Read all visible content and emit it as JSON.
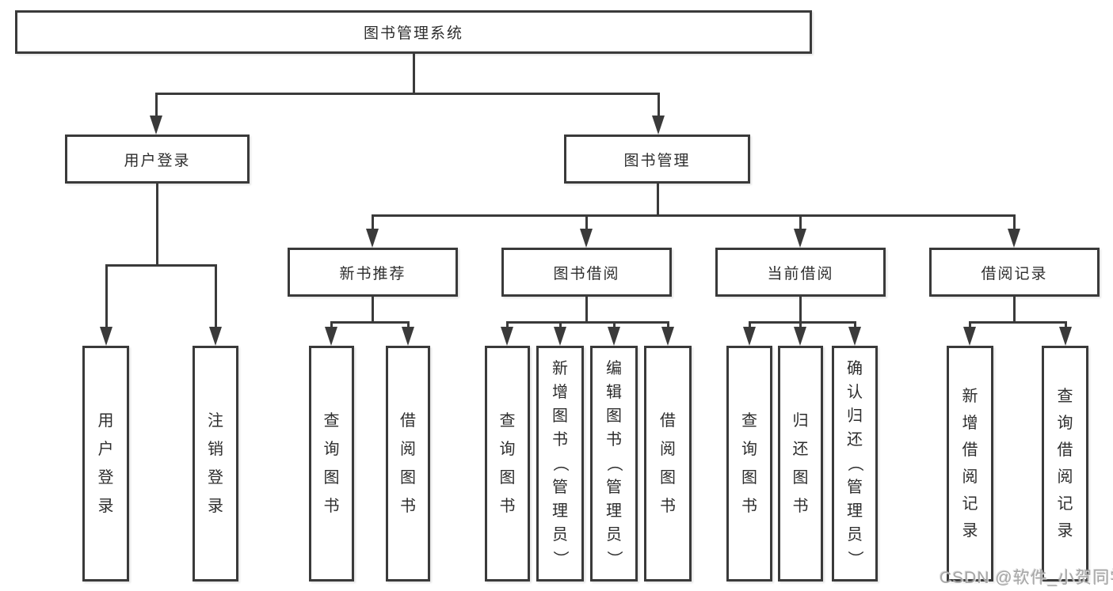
{
  "diagram": {
    "title": "图书管理系统",
    "root": {
      "label": "图书管理系统"
    },
    "branches": {
      "user_login": {
        "label": "用户登录",
        "children": {
          "login": "用户登录",
          "logout": "注销登录"
        }
      },
      "book_mgmt": {
        "label": "图书管理",
        "children": {
          "new_book_rec": {
            "label": "新书推荐",
            "children": {
              "query": "查询图书",
              "borrow": "借阅图书"
            }
          },
          "book_borrow": {
            "label": "图书借阅",
            "children": {
              "query": "查询图书",
              "add": "新增图书（管理员）",
              "edit": "编辑图书（管理员）",
              "borrow": "借阅图书"
            }
          },
          "current_borrow": {
            "label": "当前借阅",
            "children": {
              "query": "查询图书",
              "return": "归还图书",
              "confirm": "确认归还（管理员）"
            }
          },
          "borrow_record": {
            "label": "借阅记录",
            "children": {
              "add": "新增借阅记录",
              "query": "查询借阅记录"
            }
          }
        }
      }
    }
  },
  "watermark": {
    "text": "CSDN @软件_小贺同学"
  },
  "colors": {
    "line": "#3a3a3a",
    "text": "#2d2d2d",
    "background": "#ffffff",
    "watermark": "#a6a6a6"
  }
}
